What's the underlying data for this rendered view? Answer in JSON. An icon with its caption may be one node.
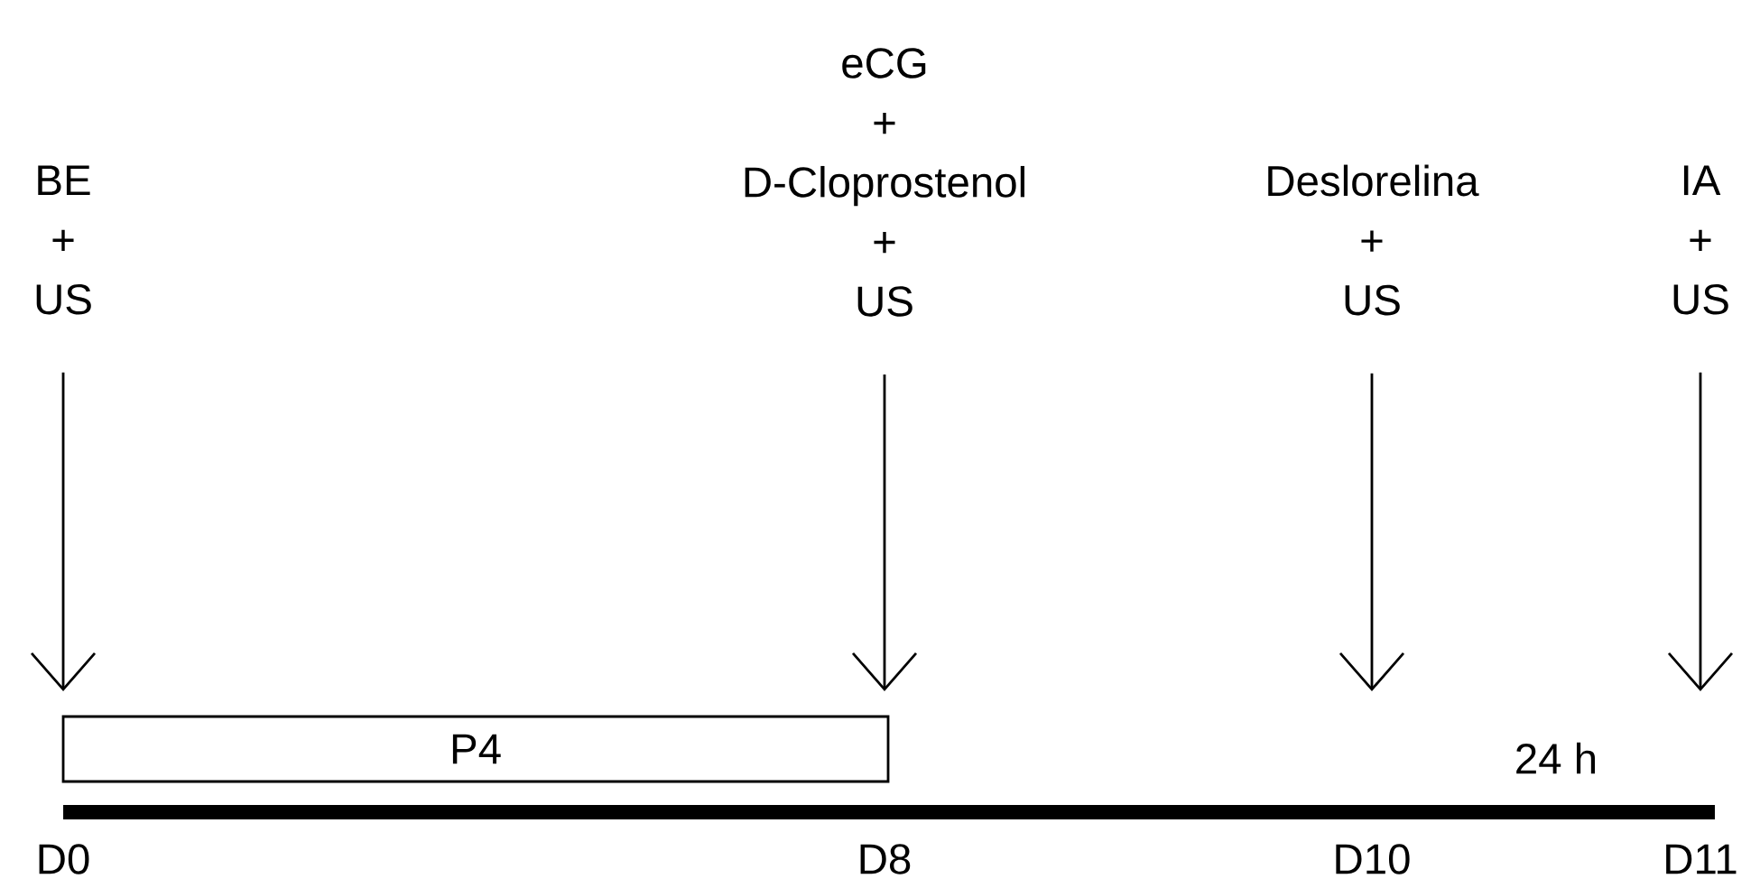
{
  "diagram": {
    "nodes": [
      {
        "text": [
          "BE",
          "+",
          "US"
        ]
      },
      {
        "text": [
          "eCG",
          "+",
          "D-Cloprostenol",
          "+",
          "US"
        ]
      },
      {
        "text": [
          "Deslorelina",
          "+",
          "US"
        ]
      },
      {
        "text": [
          "IA",
          "+",
          "US"
        ]
      },
      {
        "text": [
          "P4"
        ]
      }
    ],
    "edges": [
      {
        "from": 0,
        "to": null,
        "arrow": "to"
      },
      {
        "from": 1,
        "to": null,
        "arrow": "to"
      },
      {
        "from": 2,
        "to": null,
        "arrow": "to"
      },
      {
        "from": 3,
        "to": null,
        "arrow": "to"
      }
    ],
    "labels": [
      "24 h",
      "D0",
      "D8",
      "D10",
      "D11"
    ]
  }
}
